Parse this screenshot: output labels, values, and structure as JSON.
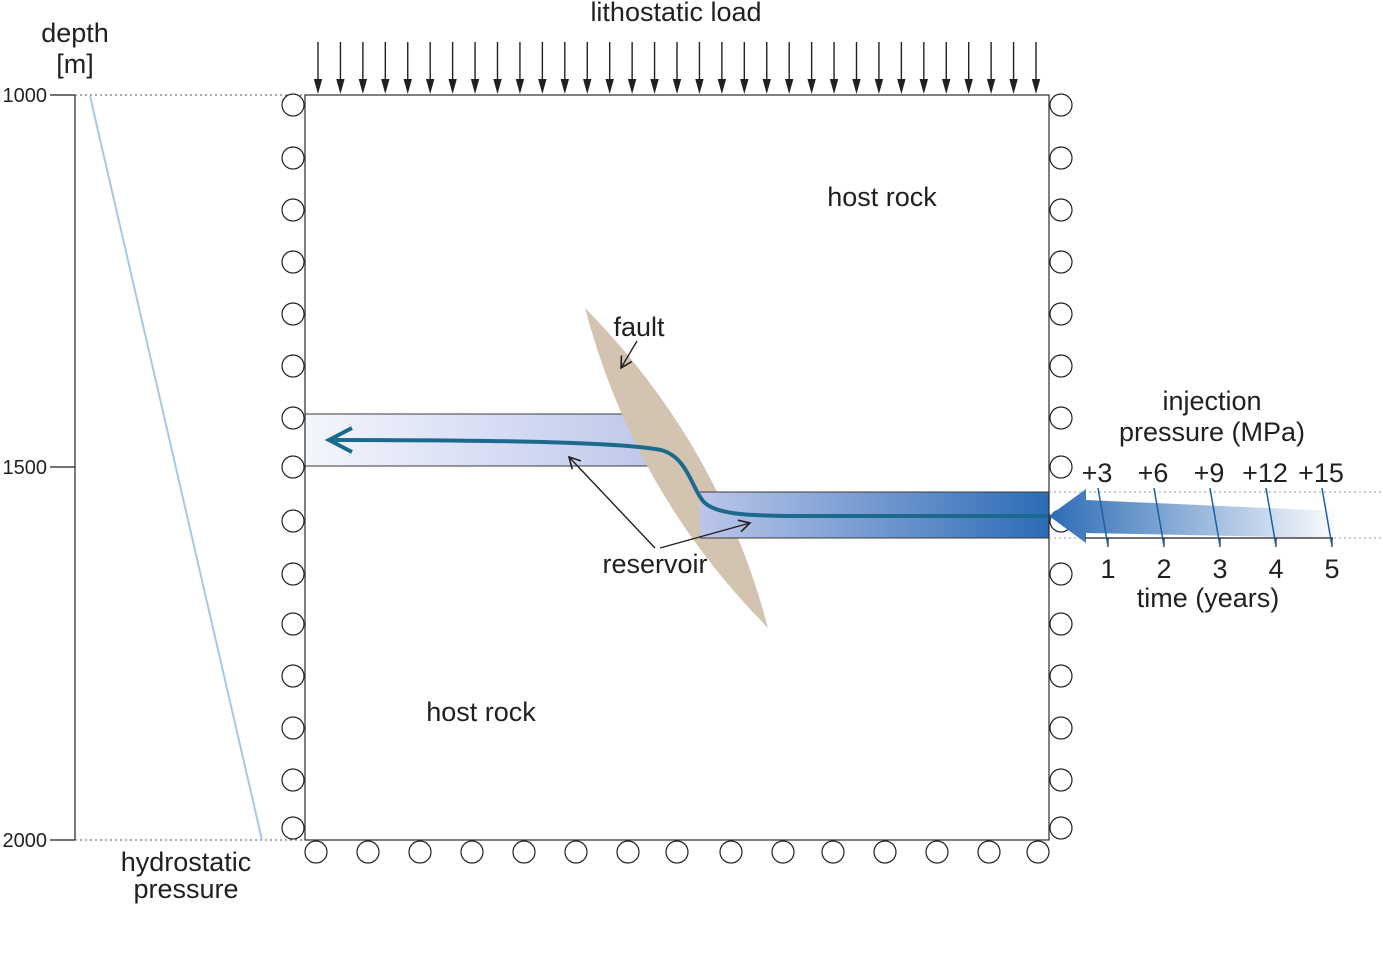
{
  "load": {
    "label": "lithostatic load"
  },
  "depth_axis": {
    "title": [
      "depth",
      "[m]"
    ],
    "ticks": [
      "1000",
      "1500",
      "2000"
    ]
  },
  "hydrostatic_label": [
    "hydrostatic",
    "pressure"
  ],
  "model": {
    "host_rock_upper": "host rock",
    "host_rock_lower": "host rock",
    "fault_label": "fault",
    "reservoir_label": "reservoir"
  },
  "injection": {
    "title": [
      "injection",
      "pressure (MPa)"
    ],
    "pressure_steps": [
      "+3",
      "+6",
      "+9",
      "+12",
      "+15"
    ],
    "time_ticks": [
      "1",
      "2",
      "3",
      "4",
      "5"
    ],
    "time_label": "time (years)"
  },
  "colors": {
    "fault": "#d3c4b1",
    "flow_line": "#1b6a8e",
    "hydrostatic_line": "#a3c9e6",
    "reservoir_light": "#f4f6fc",
    "reservoir_mid": "#bcc6ea",
    "reservoir_dark": "#2b6cb5",
    "pressure_step_line": "#1f5f9e"
  }
}
